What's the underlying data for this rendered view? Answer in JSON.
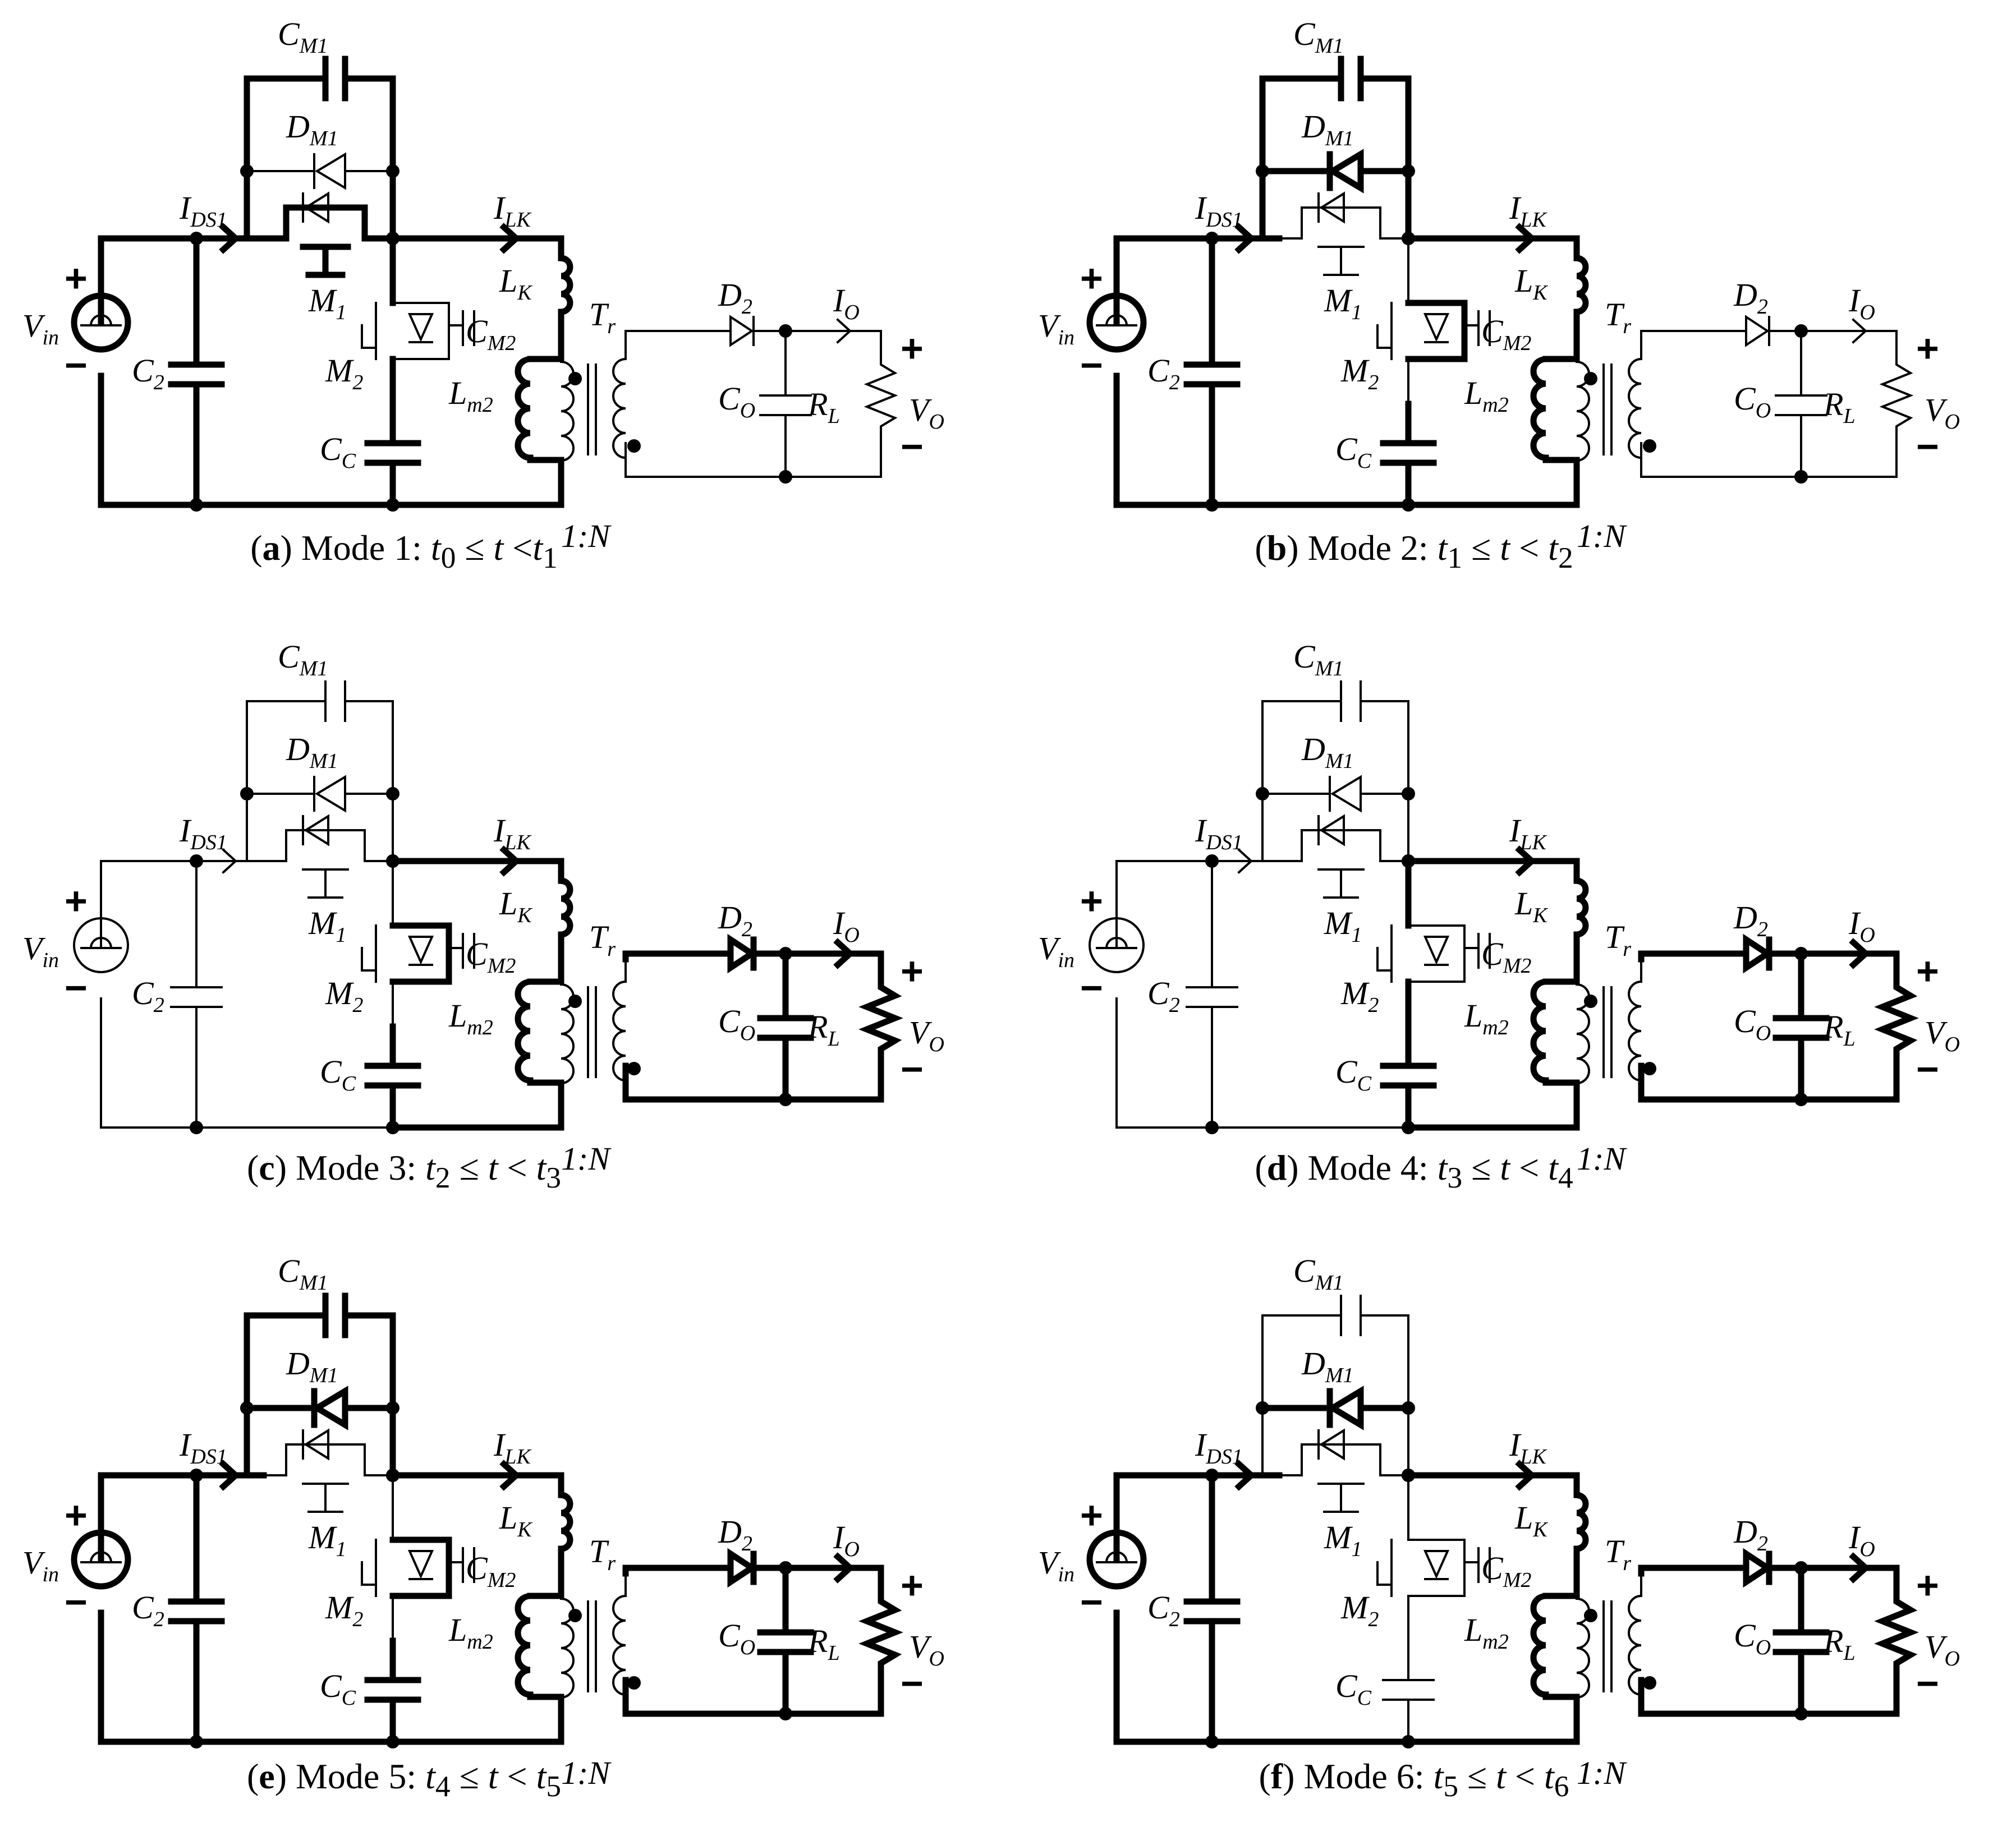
{
  "labels": {
    "vin": "V",
    "vin_sub": "in",
    "c2": "C",
    "c2_sub": "2",
    "ids1": "I",
    "ids1_sub": "DS1",
    "cm1": "C",
    "cm1_sub": "M1",
    "dm1": "D",
    "dm1_sub": "M1",
    "m1": "M",
    "m1_sub": "1",
    "m2": "M",
    "m2_sub": "2",
    "cm2": "C",
    "cm2_sub": "M2",
    "cc": "C",
    "cc_sub": "C",
    "ilk": "I",
    "ilk_sub": "LK",
    "lk": "L",
    "lk_sub": "K",
    "tr": "T",
    "tr_sub": "r",
    "lm2": "L",
    "lm2_sub": "m2",
    "ratio": "1:N",
    "d2": "D",
    "d2_sub": "2",
    "io": "I",
    "io_sub": "O",
    "co": "C",
    "co_sub": "O",
    "rl": "R",
    "rl_sub": "L",
    "vo": "V",
    "vo_sub": "O",
    "plus": "+",
    "minus": "−"
  },
  "panels": [
    {
      "id": "a",
      "mode": "Mode 1:",
      "t_start": "t",
      "t_start_sub": "0",
      "rel1": " ≤ ",
      "t": "t",
      "rel2": " <",
      "t_end": "t",
      "t_end_sub": "1",
      "highlight": [
        "vin",
        "bus_left",
        "bot_left",
        "c2",
        "m1",
        "cm1_loop",
        "bus_mid",
        "lk_path",
        "lm2",
        "bot_mid",
        "cc_bot",
        "m2_stub",
        "cc"
      ]
    },
    {
      "id": "b",
      "mode": "Mode 2:",
      "t_start": "t",
      "t_start_sub": "1",
      "rel1": " ≤ ",
      "t": "t",
      "rel2": " < ",
      "t_end": "t",
      "t_end_sub": "2",
      "highlight": [
        "vin",
        "bus_left",
        "bot_left",
        "c2",
        "cm1_loop",
        "dm1_loop",
        "bus_mid",
        "lk_path",
        "lm2",
        "bot_mid",
        "cc_bot",
        "m2_body",
        "cc"
      ]
    },
    {
      "id": "c",
      "mode": "Mode 3:",
      "t_start": "t",
      "t_start_sub": "2",
      "rel1": " ≤ ",
      "t": "t",
      "rel2": " < ",
      "t_end": "t",
      "t_end_sub": "3",
      "highlight": [
        "bus_mid",
        "lk_path",
        "lm2",
        "bot_mid",
        "cc_bot",
        "m2_body",
        "cc",
        "sec_top",
        "sec_bot",
        "co",
        "rl"
      ]
    },
    {
      "id": "d",
      "mode": "Mode 4:",
      "t_start": "t",
      "t_start_sub": "3",
      "rel1": " ≤ ",
      "t": "t",
      "rel2": " < ",
      "t_end": "t",
      "t_end_sub": "4",
      "highlight": [
        "bus_mid",
        "lk_path",
        "lm2",
        "bot_mid",
        "cc_bot",
        "m2_stub",
        "cc",
        "sec_top",
        "sec_bot",
        "co",
        "rl"
      ]
    },
    {
      "id": "e",
      "mode": "Mode 5:",
      "t_start": "t",
      "t_start_sub": "4",
      "rel1": " ≤ ",
      "t": "t",
      "rel2": " < ",
      "t_end": "t",
      "t_end_sub": "5",
      "highlight": [
        "vin",
        "bus_left",
        "bot_left",
        "c2",
        "cm1_loop",
        "dm1_loop",
        "bus_mid",
        "lk_path",
        "lm2",
        "bot_mid",
        "cc_bot",
        "m2_body",
        "cc",
        "sec_top",
        "sec_bot",
        "co",
        "rl"
      ]
    },
    {
      "id": "f",
      "mode": "Mode 6:",
      "t_start": "t",
      "t_start_sub": "5",
      "rel1": " ≤ ",
      "t": "t",
      "rel2": " < ",
      "t_end": "t",
      "t_end_sub": "6",
      "highlight": [
        "vin",
        "bus_left",
        "bot_left",
        "c2",
        "dm1_loop",
        "bus_mid",
        "lk_path",
        "lm2",
        "bot_mid",
        "sec_top",
        "sec_bot",
        "co",
        "rl"
      ]
    }
  ]
}
